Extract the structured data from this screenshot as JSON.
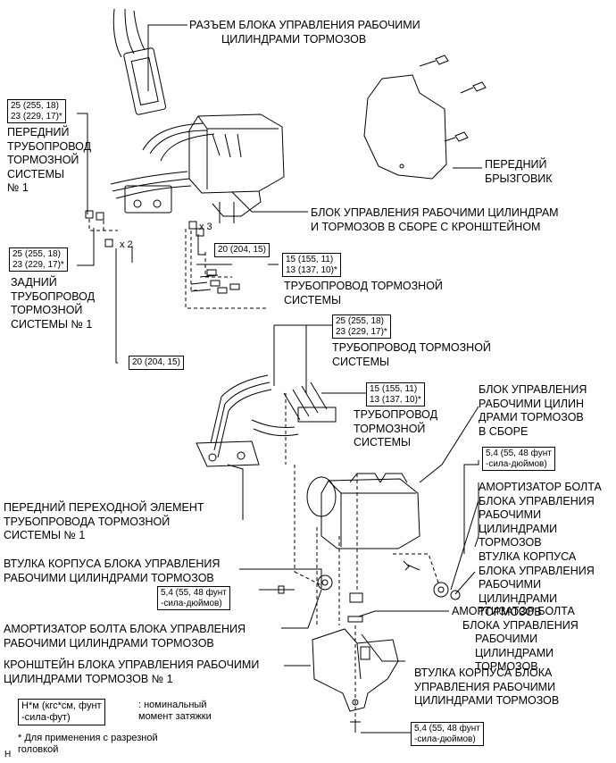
{
  "labels": {
    "connector": [
      "РАЗЪЕМ БЛОКА УПРАВЛЕНИЯ РАБОЧИМИ",
      "ЦИЛИНДРАМИ ТОРМОЗОВ"
    ],
    "front_pipe_1": [
      "ПЕРЕДНИЙ",
      "ТРУБОПРОВОД",
      "ТОРМОЗНОЙ",
      "СИСТЕМЫ",
      "№ 1"
    ],
    "mudguard": [
      "ПЕРЕДНИЙ",
      "БРЫЗГОВИК"
    ],
    "actuator_bracket_assy": [
      "БЛОК УПРАВЛЕНИЯ РАБОЧИМИ ЦИЛИНДРАМ",
      "И ТОРМОЗОВ В СБОРЕ С КРОНШТЕЙНОМ"
    ],
    "rear_pipe_1": [
      "ЗАДНИЙ",
      "ТРУБОПРОВОД",
      "ТОРМОЗНОЙ",
      "СИСТЕМЫ № 1"
    ],
    "brake_pipe_a": [
      "ТРУБОПРОВОД ТОРМОЗНОЙ",
      "СИСТЕМЫ"
    ],
    "brake_pipe_b": [
      "ТРУБОПРОВОД ТОРМОЗНОЙ",
      "СИСТЕМЫ"
    ],
    "brake_pipe_c": [
      "ТРУБОПРОВОД",
      "ТОРМОЗНОЙ",
      "СИСТЕМЫ"
    ],
    "actuator_assy": [
      "БЛОК УПРАВЛЕНИЯ",
      "РАБОЧИМИ ЦИЛИН",
      "ДРАМИ ТОРМОЗОВ",
      "В СБОРЕ"
    ],
    "front_adapter": [
      "ПЕРЕДНИЙ ПЕРЕХОДНОЙ ЭЛЕМЕНТ",
      "ТРУБОПРОВОДА ТОРМОЗНОЙ",
      "СИСТЕМЫ № 1"
    ],
    "damper_right": [
      "АМОРТИЗАТОР БОЛТА",
      "БЛОКА УПРАВЛЕНИЯ",
      "РАБОЧИМИ",
      "ЦИЛИНДРАМИ",
      "ТОРМОЗОВ"
    ],
    "bushing_right": [
      "ВТУЛКА КОРПУСА",
      "БЛОКА УПРАВЛЕНИЯ",
      "РАБОЧИМИ",
      "ЦИЛИНДРАМИ",
      "ТОРМОЗОВ"
    ],
    "bushing_left": [
      "ВТУЛКА КОРПУСА БЛОКА УПРАВЛЕНИЯ",
      "РАБОЧИМИ ЦИЛИНДРАМИ ТОРМОЗОВ"
    ],
    "damper_right_2": [
      "АМОРТИЗАТОР БОЛТА",
      "БЛОКА УПРАВЛЕНИЯ",
      "РАБОЧИМИ",
      "ЦИЛИНДРАМИ",
      "ТОРМОЗОВ"
    ],
    "damper_left": [
      "АМОРТИЗАТОР БОЛТА БЛОКА УПРАВЛЕНИЯ",
      "РАБОЧИМИ ЦИЛИНДРАМИ ТОРМОЗОВ"
    ],
    "bracket": [
      "КРОНШТЕЙН БЛОКА УПРАВЛЕНИЯ РАБОЧИМИ",
      "ЦИЛИНДРАМИ ТОРМОЗОВ № 1"
    ],
    "bushing_bottom": [
      "ВТУЛКА КОРПУСА БЛОКА",
      "УПРАВЛЕНИЯ РАБОЧИМИ",
      "ЦИЛИНДРАМИ ТОРМОЗОВ"
    ]
  },
  "torque": {
    "t1": [
      "25 (255, 18)",
      "23 (229, 17)*"
    ],
    "t2": [
      "25 (255, 18)",
      "23 (229, 17)*"
    ],
    "t3": [
      "20 (204, 15)"
    ],
    "t4": [
      "15 (155, 11)",
      "13 (137, 10)*"
    ],
    "t5": [
      "25 (255, 18)",
      "23 (229, 17)*"
    ],
    "t6": [
      "20 (204, 15)"
    ],
    "t7": [
      "15 (155, 11)",
      "13 (137, 10)*"
    ],
    "t8": [
      "5,4 (55, 48 фунт",
      "-сила-дюймов)"
    ],
    "t9": [
      "5,4 (55, 48 фунт",
      "-сила-дюймов)"
    ],
    "t10": [
      "5,4 (55, 48 фунт",
      "-сила-дюймов)"
    ]
  },
  "multipliers": {
    "x2": "x 2",
    "x3": "x 3"
  },
  "legend": {
    "unit_box": [
      "Н*м (кгс*см, фунт",
      "-сила-фут)"
    ],
    "unit_desc": [
      ": номинальный",
      "момент затяжки"
    ],
    "footnote": [
      "* Для применения с разрезной",
      "головкой"
    ],
    "corner_mark": "H"
  }
}
